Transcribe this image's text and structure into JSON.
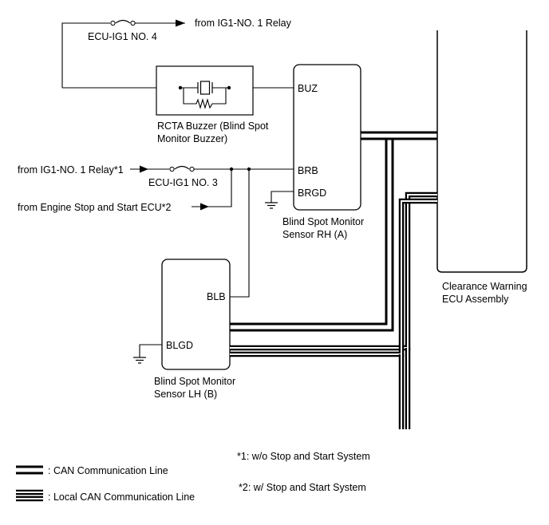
{
  "labels": {
    "from_ig1_no1_relay_top": "from IG1-NO. 1 Relay",
    "fuse_ecu_ig1_no4": "ECU-IG1 NO. 4",
    "buzzer_title_line1": "RCTA Buzzer (Blind Spot",
    "buzzer_title_line2": "Monitor Buzzer)",
    "from_ig1_no1_relay_mid": "from IG1-NO. 1 Relay*1",
    "fuse_ecu_ig1_no3": "ECU-IG1 NO. 3",
    "from_engine_stop_start": "from Engine Stop and Start ECU*2",
    "sensor_rh_line1": "Blind Spot Monitor",
    "sensor_rh_line2": "Sensor RH (A)",
    "sensor_lh_line1": "Blind Spot Monitor",
    "sensor_lh_line2": "Sensor LH (B)",
    "ecu_line1": "Clearance Warning",
    "ecu_line2": "ECU Assembly"
  },
  "pins": {
    "buz": "BUZ",
    "brb": "BRB",
    "brgd": "BRGD",
    "blb": "BLB",
    "blgd": "BLGD"
  },
  "legend": {
    "can": ": CAN Communication Line",
    "local_can": ": Local CAN Communication Line"
  },
  "notes": {
    "note1": "*1: w/o Stop and Start System",
    "note2": "*2: w/ Stop and Start System"
  }
}
